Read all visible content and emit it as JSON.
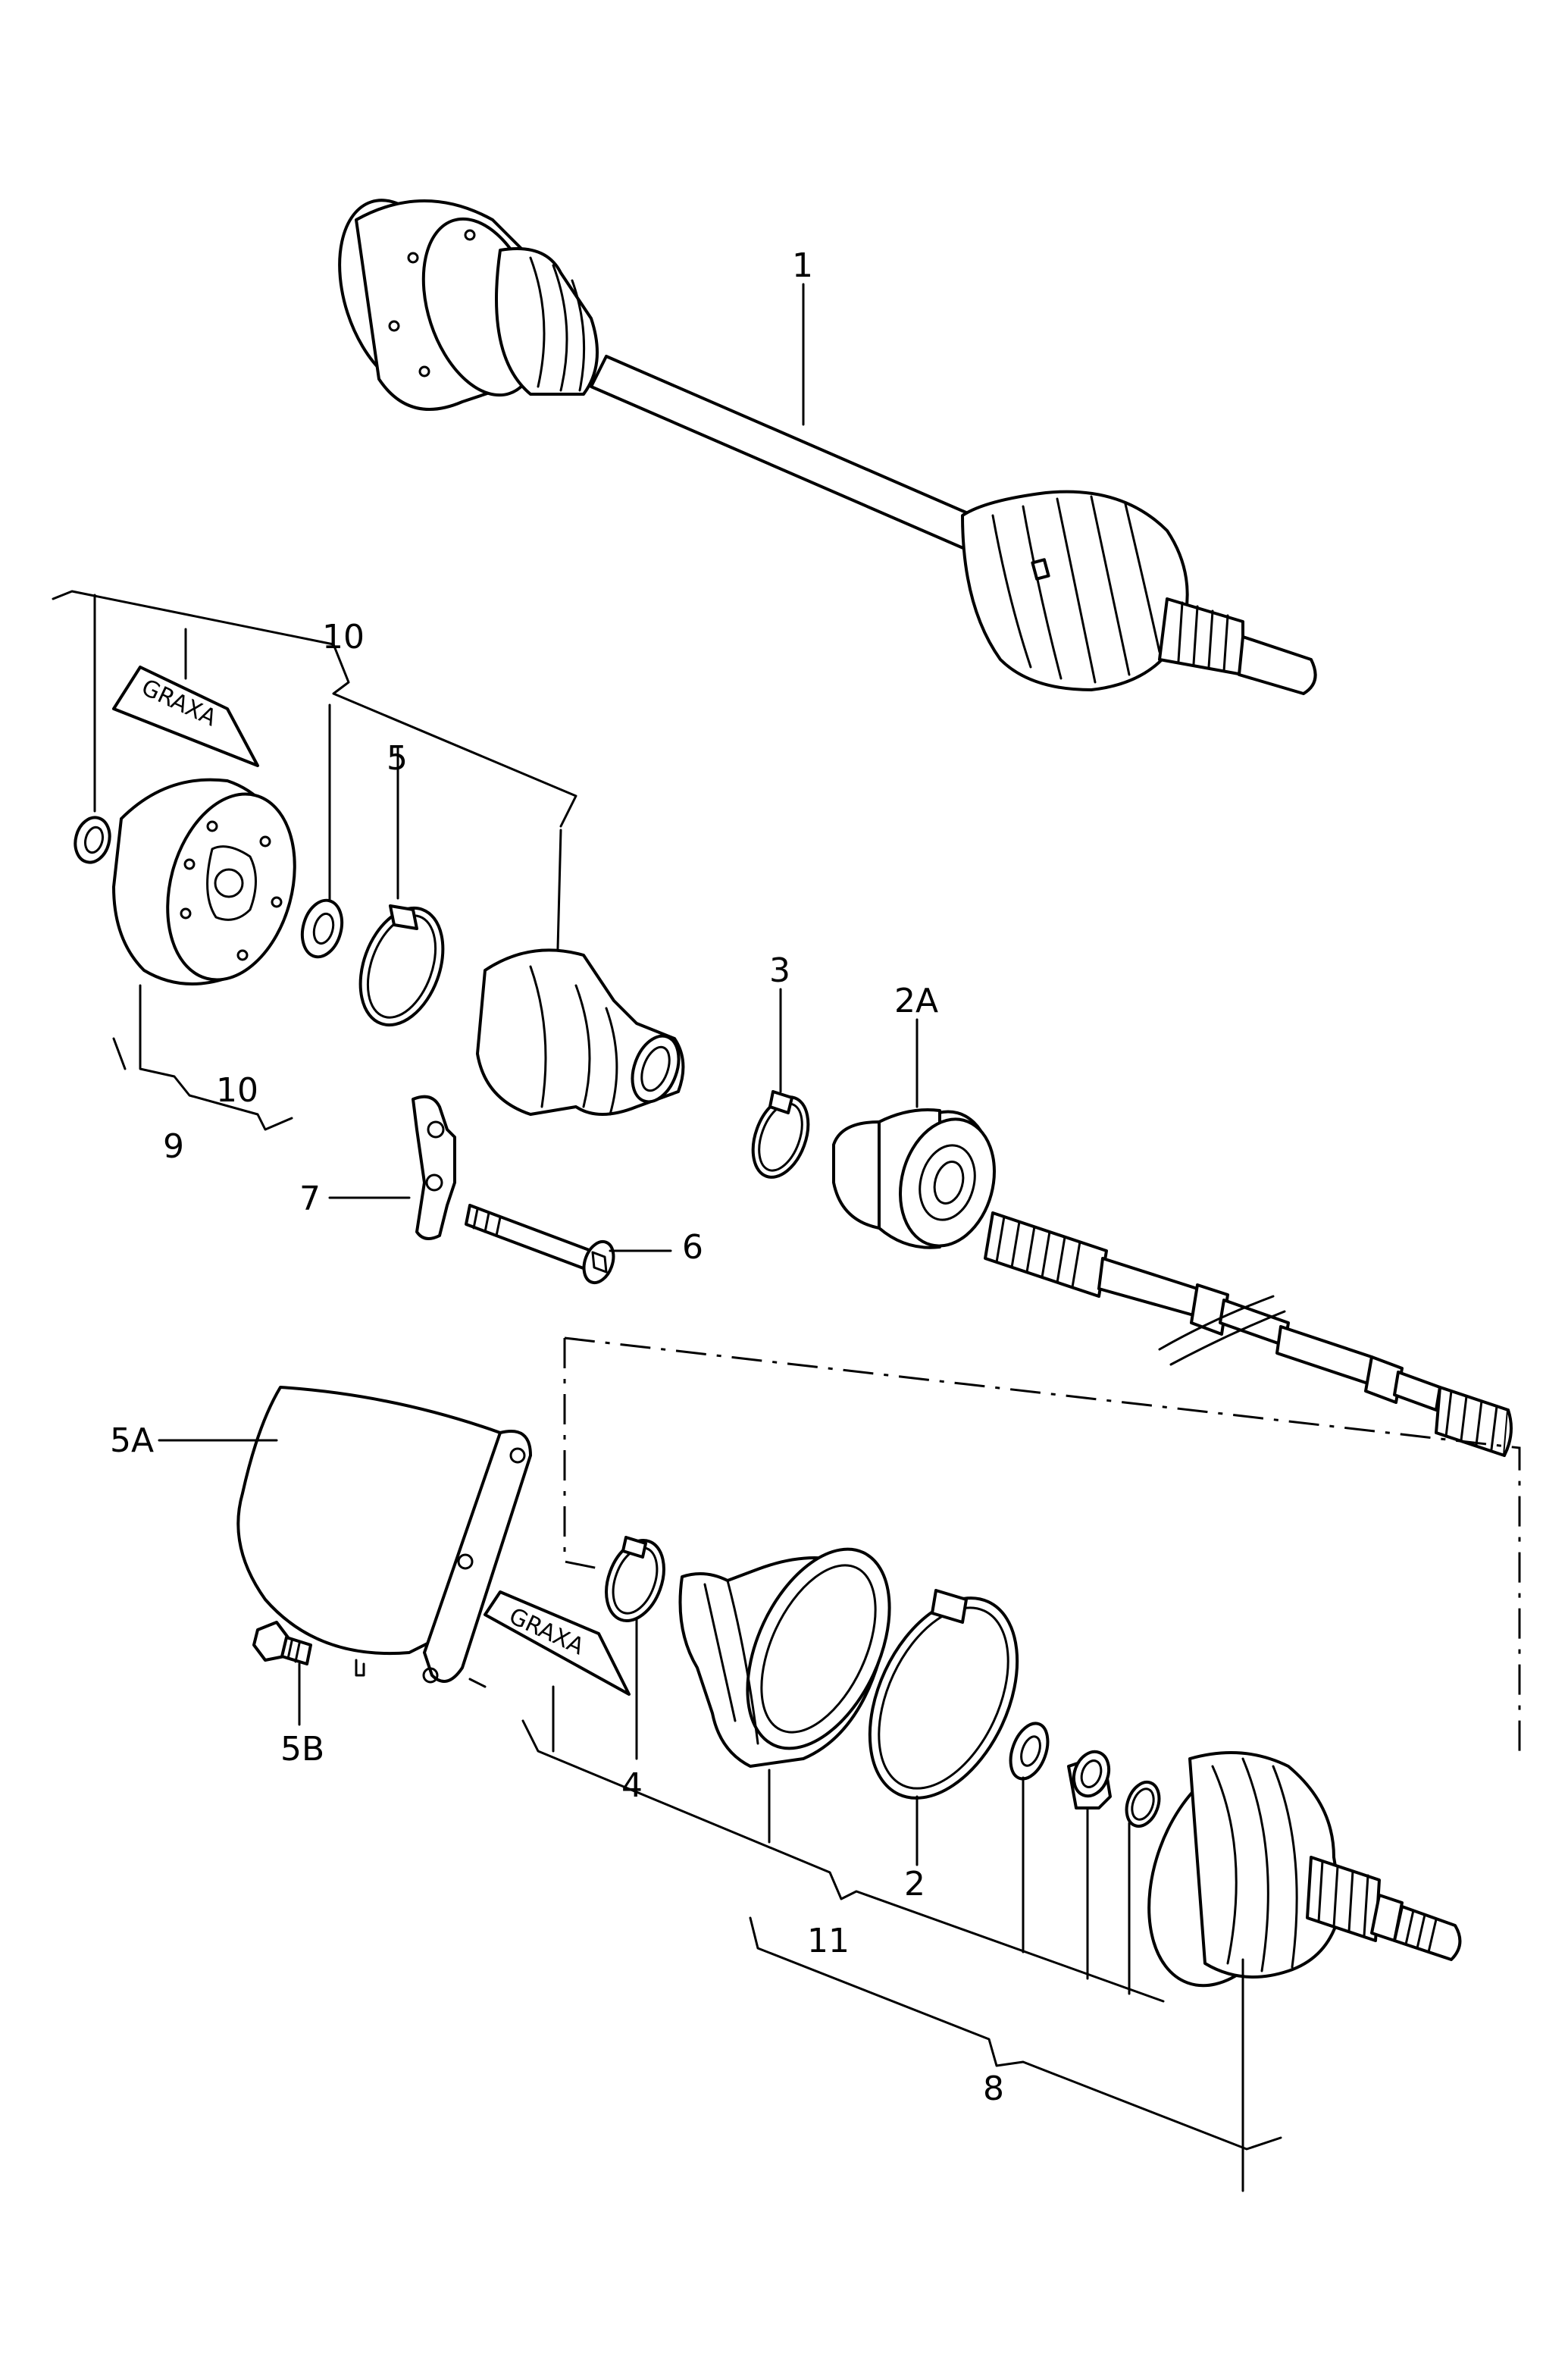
{
  "callouts": {
    "c1": "1",
    "c10a": "10",
    "c5": "5",
    "c3": "3",
    "c2a": "2A",
    "c10b": "10",
    "c9": "9",
    "c7": "7",
    "c6": "6",
    "c5a": "5A",
    "c5b": "5B",
    "c4": "4",
    "c2": "2",
    "c11": "11",
    "c8": "8"
  },
  "stamps": {
    "top": "GRAXA",
    "bottom": "GRAXA"
  },
  "colors": {
    "line": "#000000",
    "background": "#ffffff"
  }
}
